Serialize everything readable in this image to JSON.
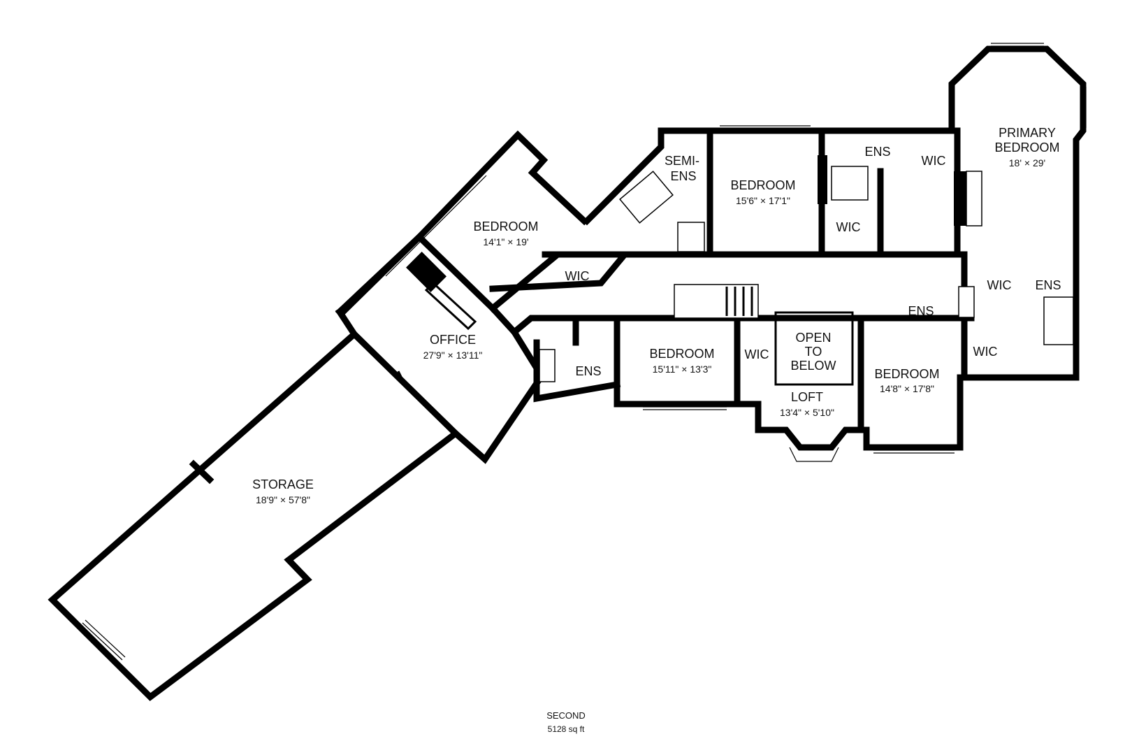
{
  "rooms": {
    "primary_bedroom": {
      "name_line1": "PRIMARY",
      "name_line2": "BEDROOM",
      "dims": "18' × 29'"
    },
    "semi_ens": {
      "name_line1": "SEMI-",
      "name_line2": "ENS"
    },
    "bedroom_top_center": {
      "name": "BEDROOM",
      "dims": "15'6\" × 17'1\""
    },
    "ens_top": {
      "name": "ENS"
    },
    "wic_top": {
      "name": "WIC"
    },
    "wic_mid_top": {
      "name": "WIC"
    },
    "bedroom_left": {
      "name": "BEDROOM",
      "dims": "14'1\" × 19'"
    },
    "wic_left": {
      "name": "WIC"
    },
    "office": {
      "name": "OFFICE",
      "dims": "27'9\" × 13'11\""
    },
    "ens_lower_left": {
      "name": "ENS"
    },
    "bedroom_lower_center": {
      "name": "BEDROOM",
      "dims": "15'11\" × 13'3\""
    },
    "wic_lower_center": {
      "name": "WIC"
    },
    "open_to_below": {
      "line1": "OPEN",
      "line2": "TO",
      "line3": "BELOW"
    },
    "loft": {
      "name": "LOFT",
      "dims": "13'4\" × 5'10\""
    },
    "bedroom_lower_right": {
      "name": "BEDROOM",
      "dims": "14'8\" × 17'8\""
    },
    "ens_lower_right": {
      "name": "ENS"
    },
    "wic_right_upper": {
      "name": "WIC"
    },
    "ens_right": {
      "name": "ENS"
    },
    "wic_right_lower": {
      "name": "WIC"
    },
    "storage": {
      "name": "STORAGE",
      "dims": "18'9\" × 57'8\""
    }
  },
  "floor": {
    "name": "SECOND",
    "area": "5128 sq ft"
  }
}
